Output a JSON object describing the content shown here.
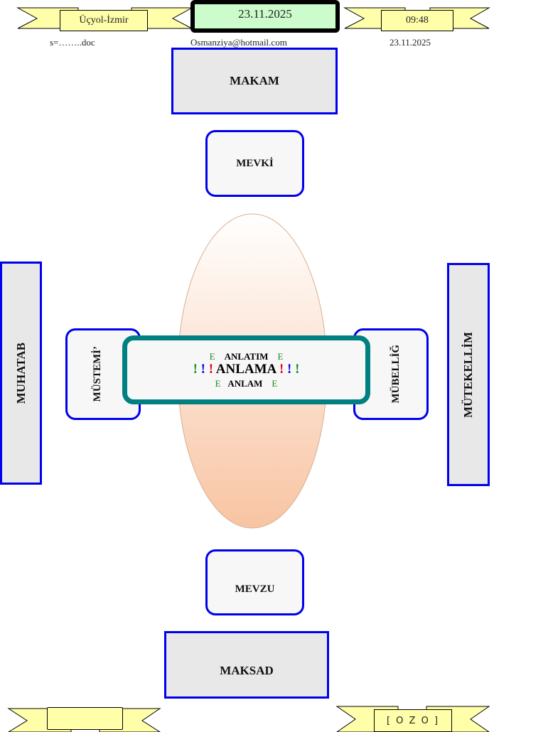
{
  "header": {
    "location": "Üçyol-İzmir",
    "date_main": "23.11.2025",
    "time": "09:48",
    "file": "s=……..doc",
    "email": "Osmanziya@hotmail.com",
    "date_small": "23.11.2025"
  },
  "diagram": {
    "makam": "MAKAM",
    "mevki": "MEVKİ",
    "muhatab": "MUHATAB",
    "mutekellim": "MÜTEKELLİM",
    "mustemi": "MÜSTEMİ’",
    "mubellig": "MÜBELLİĞ",
    "mevzu": "MEVZU",
    "maksad": "MAKSAD",
    "center": {
      "e": "E",
      "anlatim": "ANLATIM",
      "anlama": "ANLAMA",
      "anlam": "ANLAM",
      "excl": "!"
    }
  },
  "footer": {
    "left_label": "",
    "right_label": "[ O Z O ]"
  },
  "colors": {
    "border_blue": "#0000ee",
    "teal": "#008080",
    "ribbon": "#ffff99",
    "date_bg": "#ccffcc"
  }
}
